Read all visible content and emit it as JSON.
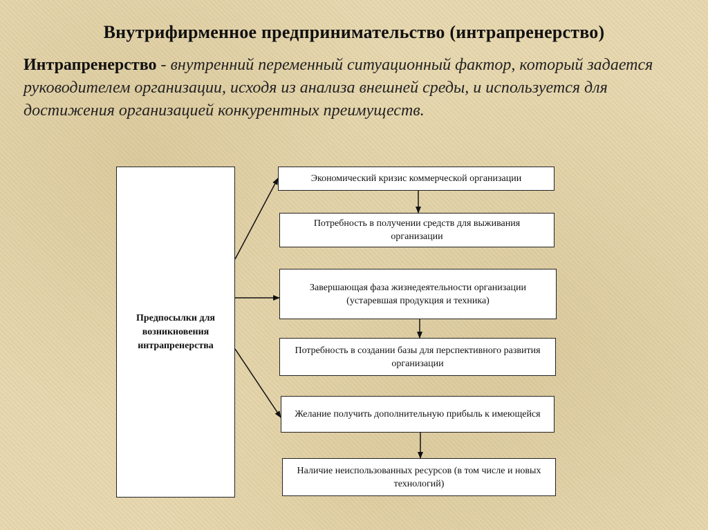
{
  "title": "Внутрифирменное предпринимательство (интрапренерство)",
  "definition": {
    "term": "Интрапренерство",
    "dash": " - ",
    "text": "внутренний переменный ситуационный фактор, который задается руководителем организации, исходя из анализа внешней среды, и используется для достижения организацией конкурентных преимуществ."
  },
  "diagram": {
    "main_box": "Предпосылки для возникновения интрапренерства",
    "boxes": [
      "Экономический кризис  коммерческой организации",
      "Потребность  в  получении средств     для выживания организации",
      "Завершающая фаза жизнедеятельности организации (устаревшая  продукция и техника)",
      "Потребность в создании базы для перспективного развития организации",
      "Желание получить дополнительную прибыль к имеющейся",
      "Наличие неиспользованных ресурсов (в том числе и новых технологий)"
    ]
  }
}
